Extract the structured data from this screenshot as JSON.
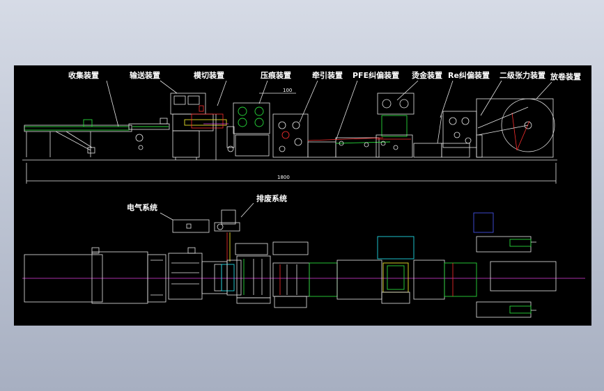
{
  "labels": {
    "collect": "收集装置",
    "convey": "输送装置",
    "diecut": "模切装置",
    "crease": "压痕装置",
    "traction": "牵引装置",
    "pfe_correct": "PFE纠偏装置",
    "hot_stamp": "烫金装置",
    "re_correct": "Re纠偏装置",
    "tension": "二级张力装置",
    "unwind": "放卷装置",
    "electrical": "电气系统",
    "waste": "排废系统"
  },
  "dimensions": {
    "total_length": "1800",
    "crease_width": "100"
  },
  "colors": {
    "background": "#000000",
    "line_white": "#e8e8e8",
    "line_green": "#27d83a",
    "line_red": "#ff2f2f",
    "line_magenta": "#e23fe2",
    "line_cyan": "#1fd6e0",
    "line_yellow": "#e8e02a"
  }
}
